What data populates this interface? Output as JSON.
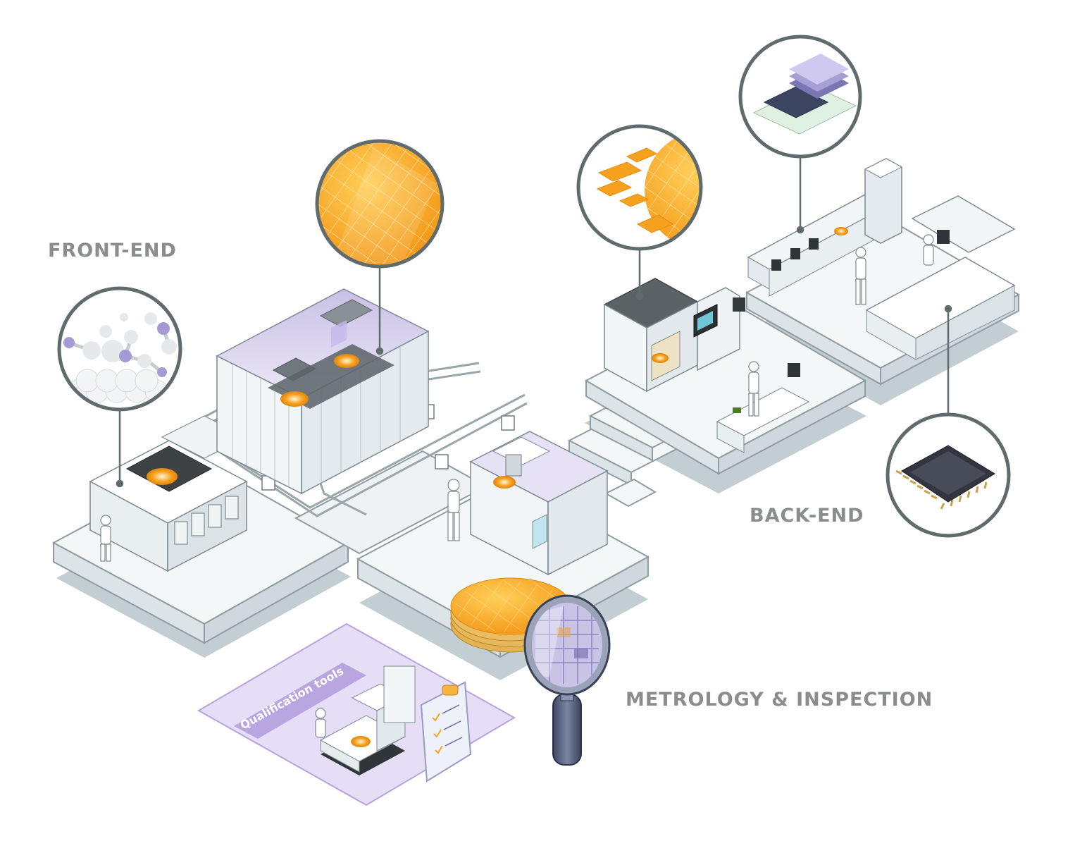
{
  "sections": {
    "front_end": "FRONT-END",
    "back_end": "BACK-END",
    "metrology": "METROLOGY & INSPECTION"
  },
  "qualification": {
    "banner": "Qualification tools"
  },
  "icons": [
    "molecules-icon",
    "wafer-icon",
    "die-singulation-icon",
    "stacked-package-icon",
    "chip-package-icon",
    "magnifier-icon",
    "checklist-icon"
  ],
  "colors": {
    "wafer_orange": "#f7a21e",
    "callout_border": "#5f6b6d",
    "floor": "#f2f5f7",
    "floor_shadow": "#b9c5c9",
    "qualification_purple": "#d9cdf0",
    "qualification_border": "#b7a4dc",
    "label_gray": "#8a8c8e"
  }
}
